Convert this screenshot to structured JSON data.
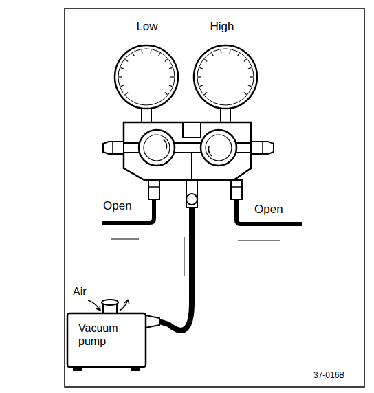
{
  "diagram": {
    "nodes": [
      {
        "text": [
          "Low"
        ]
      },
      {
        "text": [
          "High"
        ]
      },
      {
        "text": [
          "Vacuum pump"
        ]
      }
    ],
    "labels": [
      "Open",
      "Open",
      "Air",
      "37-016B"
    ]
  }
}
